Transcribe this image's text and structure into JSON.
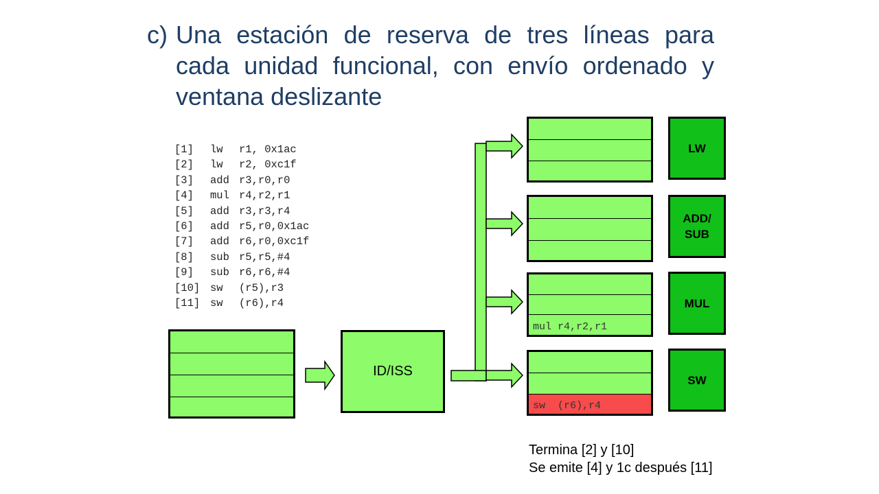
{
  "title": {
    "marker": "c)",
    "lines": [
      "Una estación de reserva de tres líneas para",
      "cada unidad funcional, con envío ordenado y",
      "ventana deslizante"
    ]
  },
  "code": [
    {
      "num": "[1]",
      "op": "lw",
      "args": "r1, 0x1ac"
    },
    {
      "num": "[2]",
      "op": "lw",
      "args": "r2, 0xc1f"
    },
    {
      "num": "[3]",
      "op": "add",
      "args": "r3,r0,r0"
    },
    {
      "num": "[4]",
      "op": "mul",
      "args": "r4,r2,r1"
    },
    {
      "num": "[5]",
      "op": "add",
      "args": "r3,r3,r4"
    },
    {
      "num": "[6]",
      "op": "add",
      "args": "r5,r0,0x1ac"
    },
    {
      "num": "[7]",
      "op": "add",
      "args": "r6,r0,0xc1f"
    },
    {
      "num": "[8]",
      "op": "sub",
      "args": "r5,r5,#4"
    },
    {
      "num": "[9]",
      "op": "sub",
      "args": "r6,r6,#4"
    },
    {
      "num": "[10]",
      "op": "sw",
      "args": "(r5),r3"
    },
    {
      "num": "[11]",
      "op": "sw",
      "args": "(r6),r4"
    }
  ],
  "issue_stage_label": "ID/ISS",
  "stations": {
    "lw": [
      "",
      "",
      ""
    ],
    "addsub": [
      "",
      "",
      ""
    ],
    "mul": [
      "",
      "",
      "mul r4,r2,r1"
    ],
    "sw": [
      "",
      "",
      "sw  (r6),r4"
    ]
  },
  "units": {
    "lw": "LW",
    "addsub": "ADD/\nSUB",
    "mul": "MUL",
    "sw": "SW"
  },
  "colors": {
    "buffer": "#8dfb6a",
    "unit": "#11c018",
    "highlight": "#f84b4b",
    "title": "#1f3e64"
  },
  "caption": [
    "Termina [2] y [10]",
    "Se emite [4] y 1c después [11]"
  ]
}
